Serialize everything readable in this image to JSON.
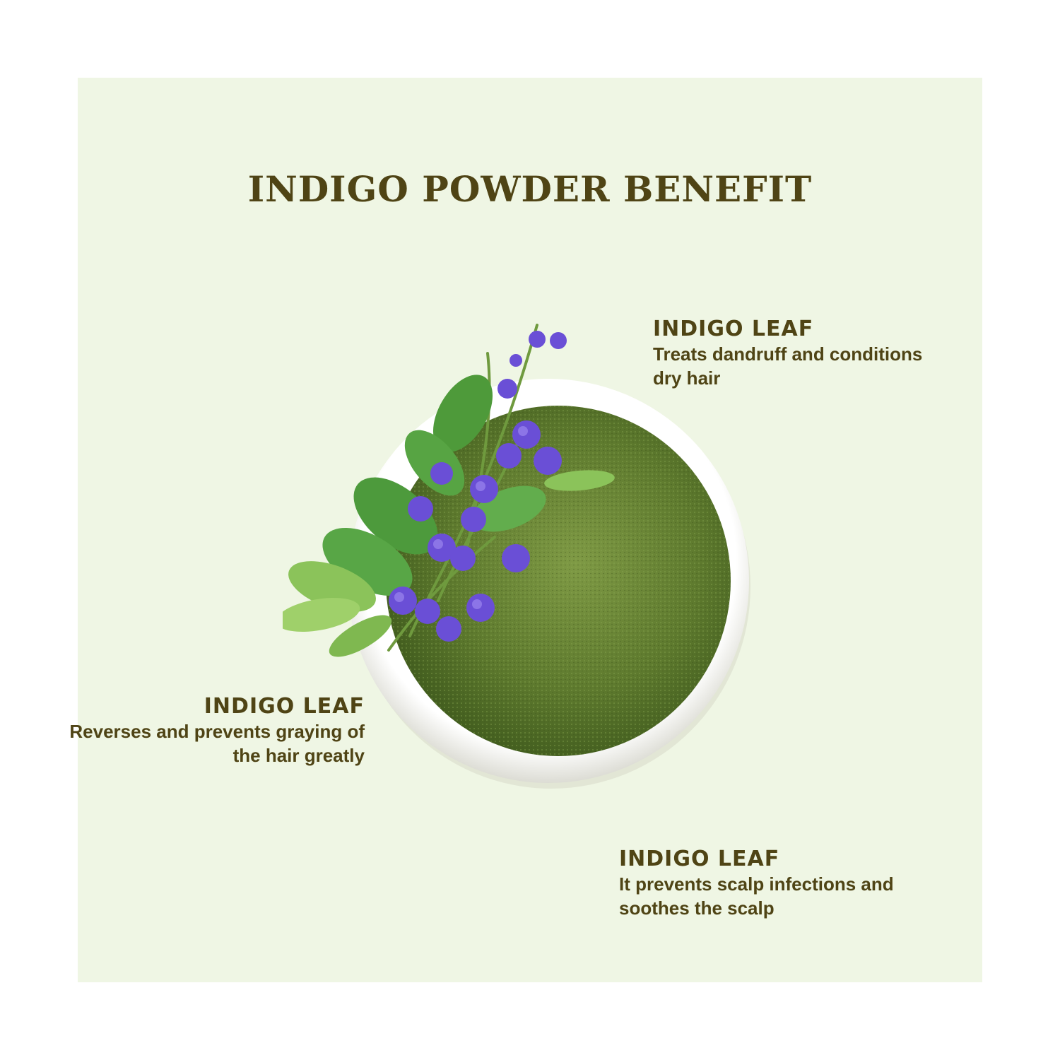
{
  "title": "INDIGO POWDER BENEFIT",
  "benefits": [
    {
      "heading": "INDIGO LEAF",
      "description_lines": [
        "Treats dandruff and conditions",
        "dry hair"
      ]
    },
    {
      "heading": "INDIGO LEAF",
      "description_lines": [
        "Reverses and prevents graying of",
        "the hair greatly"
      ]
    },
    {
      "heading": "INDIGO LEAF",
      "description_lines": [
        "It prevents scalp infections and",
        "soothes the scalp"
      ]
    }
  ],
  "colors": {
    "panel_background": "#eff6e4",
    "text": "#4f4415",
    "powder": "#5c7a2e",
    "bowl": "#f7f7f2",
    "leaf": "#4e9a3a",
    "flower": "#6a4fd6"
  }
}
